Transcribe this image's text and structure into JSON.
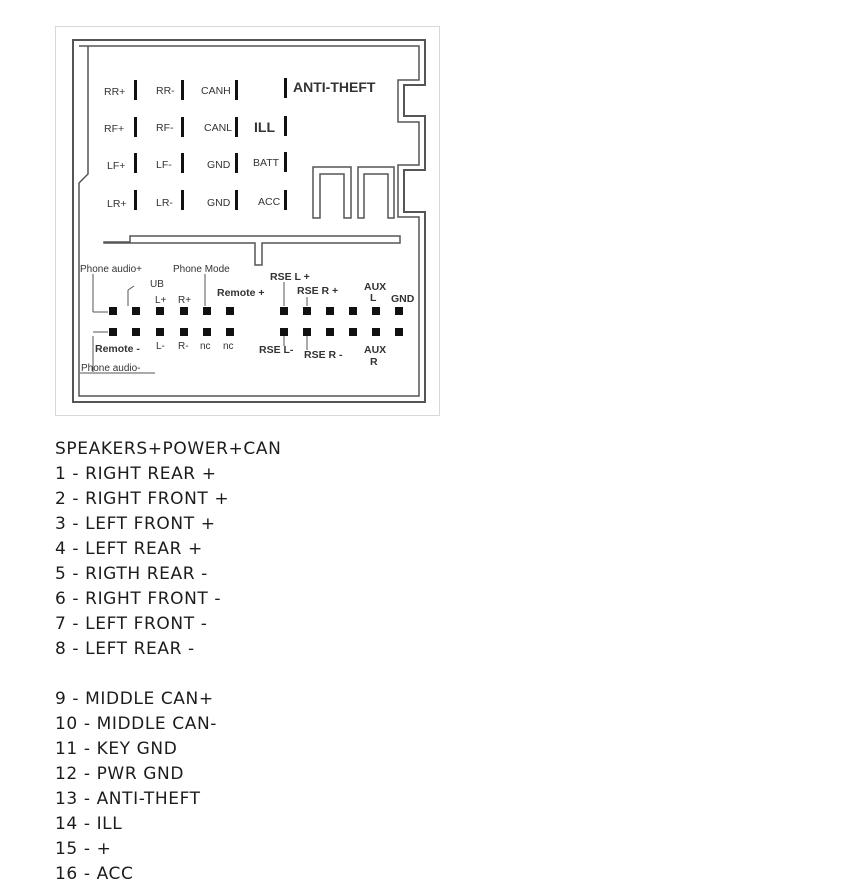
{
  "diagram": {
    "big_labels": {
      "anti_theft": "ANTI-THEFT",
      "ill": "ILL"
    },
    "speaker_labels": {
      "col1": [
        "RR+",
        "RF+",
        "LF+",
        "LR+"
      ],
      "col2": [
        "RR-",
        "RF-",
        "LF-",
        "LR-"
      ],
      "col3": [
        "CANH",
        "CANL",
        "GND",
        "GND"
      ],
      "col4": [
        "BATT",
        "ACC"
      ]
    },
    "aux_labels": {
      "phone_audio_plus": "Phone audio+",
      "phone_mode": "Phone Mode",
      "ub": "UB",
      "l_plus": "L+",
      "r_plus": "R+",
      "remote_plus": "Remote +",
      "remote_minus": "Remote -",
      "l_minus": "L-",
      "r_minus": "R-",
      "nc1": "nc",
      "nc2": "nc",
      "phone_audio_minus": "Phone audio-",
      "rse_l_plus": "RSE L +",
      "rse_r_plus": "RSE R +",
      "rse_l_minus": "RSE L-",
      "rse_r_minus": "RSE R -",
      "aux_top": "AUX",
      "aux_l": "L",
      "gnd": "GND",
      "aux_bottom": "AUX",
      "aux_r": "R"
    }
  },
  "pinout": {
    "group1": [
      "SPEAKERS+POWER+CAN",
      "1 - RIGHT REAR +",
      "2 - RIGHT FRONT +",
      "3 - LEFT FRONT +",
      "4 - LEFT REAR +",
      "5 - RIGTH REAR -",
      "6 - RIGHT FRONT -",
      "7 - LEFT FRONT -",
      "8 - LEFT REAR -"
    ],
    "group2": [
      "9 - MIDDLE CAN+",
      "10 - MIDDLE CAN-",
      "11 - KEY GND",
      "12 - PWR GND",
      "13 - ANTI-THEFT",
      "14 - ILL",
      "15 - +",
      "16 - ACC"
    ]
  }
}
